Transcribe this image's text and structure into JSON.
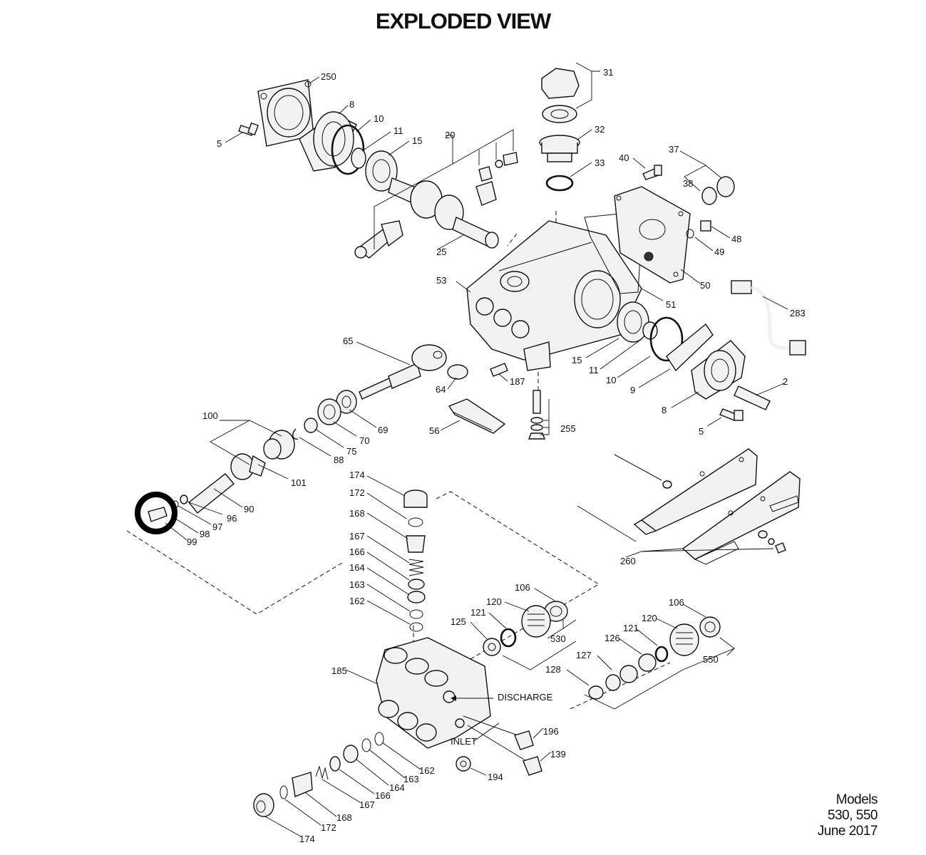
{
  "title": "EXPLODED VIEW",
  "models": {
    "line1": "Models",
    "line2": "530, 550",
    "line3": "June 2017"
  },
  "annotations": {
    "discharge": "DISCHARGE",
    "inlet": "INLET"
  },
  "highlight": {
    "part": "99",
    "color": "#000000"
  },
  "part_numbers": [
    "250",
    "8",
    "10",
    "11",
    "15",
    "5",
    "20",
    "31",
    "32",
    "33",
    "40",
    "37",
    "38",
    "48",
    "49",
    "50",
    "51",
    "53",
    "25",
    "283",
    "15",
    "11",
    "10",
    "9",
    "8",
    "2",
    "5",
    "65",
    "64",
    "187",
    "255",
    "56",
    "69",
    "70",
    "75",
    "88",
    "100",
    "101",
    "90",
    "96",
    "97",
    "98",
    "99",
    "174",
    "172",
    "168",
    "167",
    "166",
    "164",
    "163",
    "162",
    "106",
    "120",
    "121",
    "125",
    "530",
    "260",
    "106",
    "120",
    "121",
    "126",
    "127",
    "128",
    "550",
    "185",
    "196",
    "139",
    "194",
    "162",
    "163",
    "164",
    "166",
    "167",
    "168",
    "172",
    "174"
  ]
}
